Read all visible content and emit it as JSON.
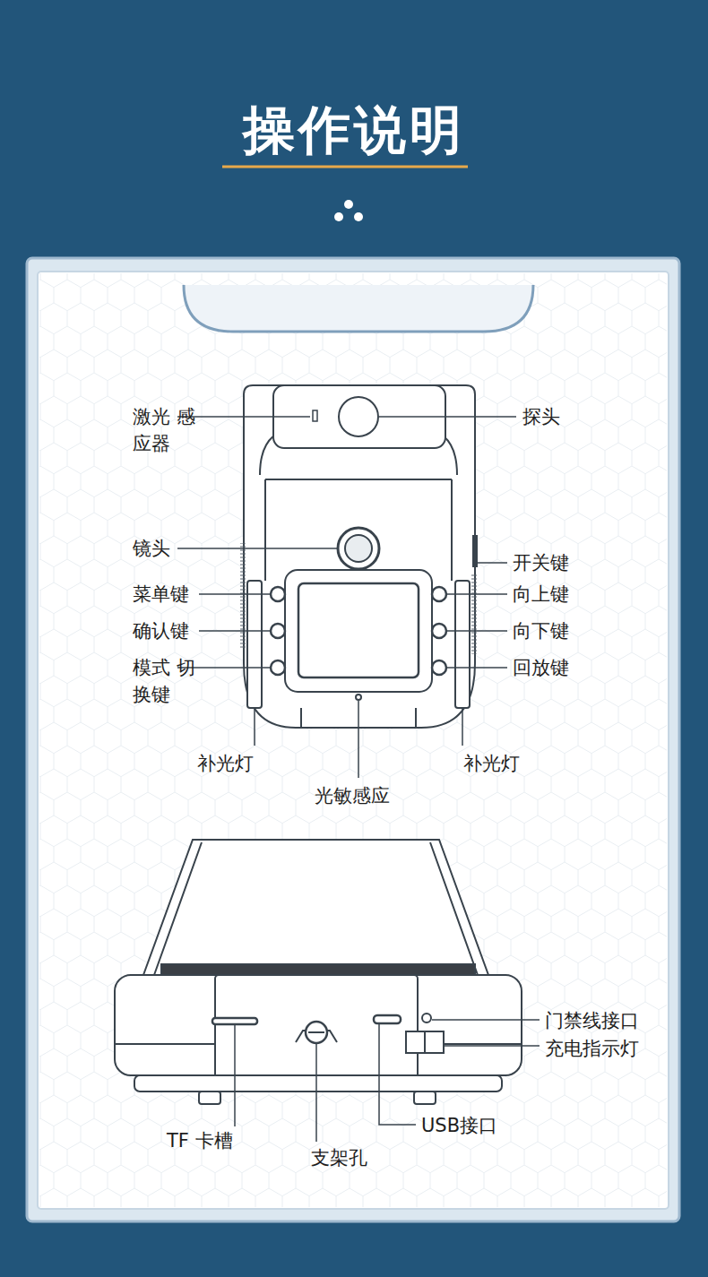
{
  "diagram": {
    "title": "操作说明",
    "labels": [
      "激光 感应器",
      "探头",
      "镜头",
      "开关键",
      "菜单键",
      "向上键",
      "确认键",
      "向下键",
      "模式 切换键",
      "回放键",
      "补光灯",
      "补光灯",
      "光敏感应",
      "门禁线接口",
      "充电指示灯",
      "TF 卡槽",
      "支架孔",
      "USB接口"
    ]
  }
}
